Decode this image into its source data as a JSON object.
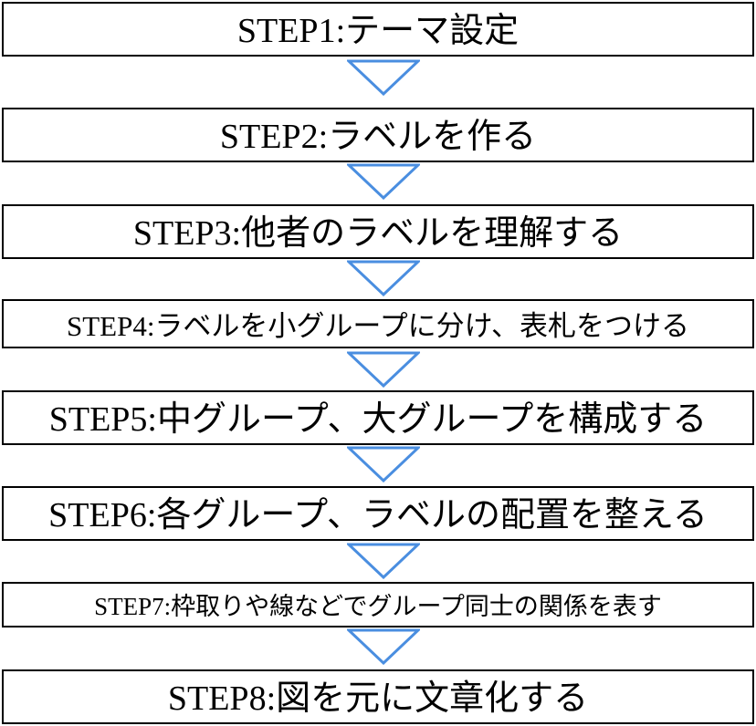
{
  "steps": [
    {
      "label": "STEP1:テーマ設定"
    },
    {
      "label": "STEP2:ラベルを作る"
    },
    {
      "label": "STEP3:他者のラベルを理解する"
    },
    {
      "label": "STEP4:ラベルを小グループに分け、表札をつける"
    },
    {
      "label": "STEP5:中グループ、大グループを構成する"
    },
    {
      "label": "STEP6:各グループ、ラベルの配置を整える"
    },
    {
      "label": "STEP7:枠取りや線などでグループ同士の関係を表す"
    },
    {
      "label": "STEP8:図を元に文章化する"
    }
  ],
  "colors": {
    "box_border": "#000000",
    "arrow_outline": "#4a8ee0",
    "background": "#ffffff"
  },
  "icons": {
    "connector": "down-arrow-icon"
  }
}
